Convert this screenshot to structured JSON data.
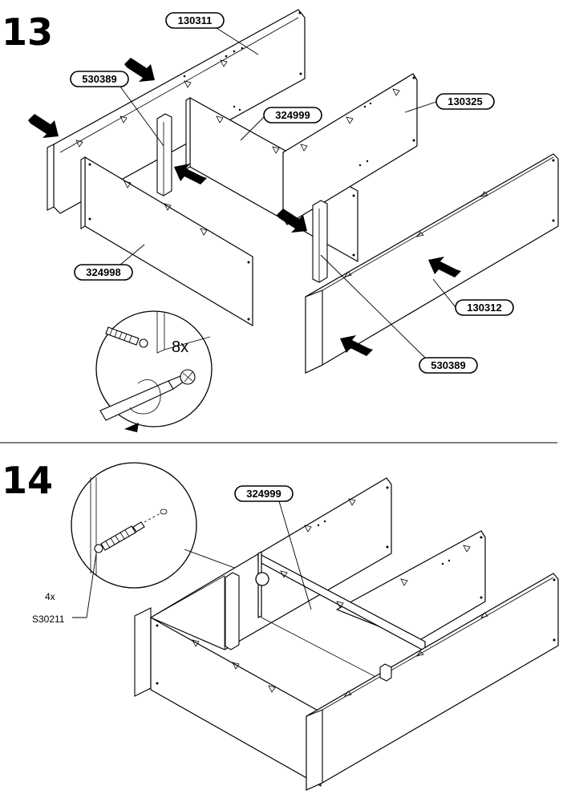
{
  "steps": [
    {
      "number": "13",
      "part_labels": {
        "top_back": "130311",
        "left_post": "530389",
        "middle_panel": "324999",
        "right_back": "130325",
        "front_left": "324998",
        "front_right": "130312",
        "right_post": "530389"
      },
      "detail": {
        "quantity": "8x"
      }
    },
    {
      "number": "14",
      "part_labels": {
        "middle_panel": "324999"
      },
      "detail": {
        "quantity": "4x",
        "part_code": "S30211"
      }
    }
  ]
}
